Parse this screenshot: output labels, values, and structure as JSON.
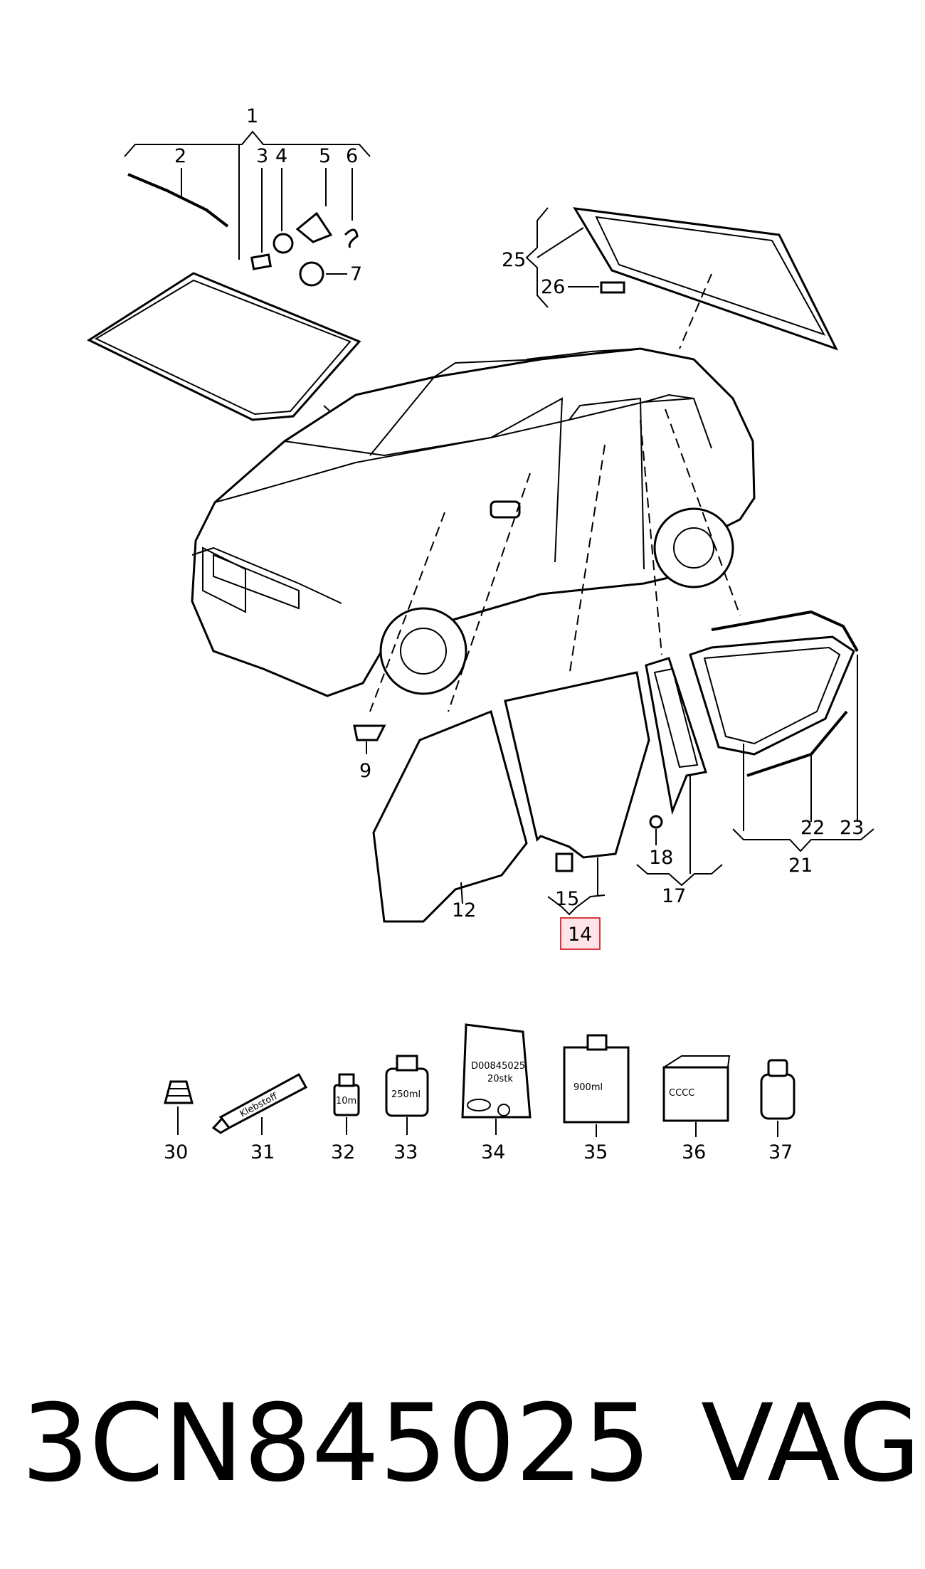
{
  "diagram": {
    "callouts": [
      "1",
      "2",
      "3",
      "4",
      "5",
      "6",
      "7",
      "9",
      "12",
      "14",
      "15",
      "17",
      "18",
      "21",
      "22",
      "23",
      "25",
      "26",
      "30",
      "31",
      "32",
      "33",
      "34",
      "35",
      "36",
      "37"
    ],
    "highlighted_callout": "14",
    "product_labels": {
      "tube": "Klebstoff",
      "bottle_small": "10ml",
      "can": "250ml",
      "bag_line1": "D00845025",
      "bag_line2": "20stk",
      "box_large": "900ml",
      "box_cube": "CCCC"
    },
    "highlight_color": "#d9363e"
  },
  "footer": {
    "part_number": "3CN845025",
    "brand": "VAG"
  }
}
